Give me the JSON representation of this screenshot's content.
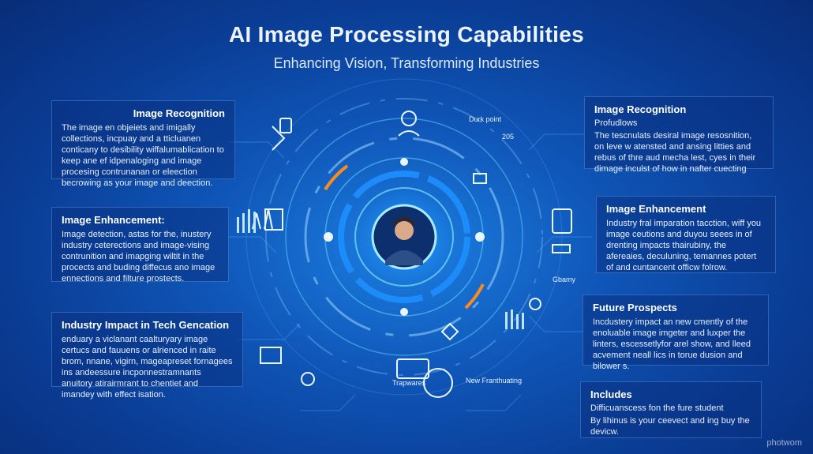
{
  "header": {
    "title": "AI Image Processing Capabilities",
    "subtitle": "Enhancing Vision, Transforming Industries"
  },
  "left_panels": [
    {
      "heading": "Image Recognition",
      "body": "The image en objeiets and imigally collections, incpuay and a tticluanen conticany to desibility wiffalumablication to keep ane ef idpenaloging and image procesing contrunanan or eleection becrowing as your image and deection."
    },
    {
      "heading": "Image Enhancement:",
      "body": "Image detection, astas for the, inustery industry ceterections and image-vising contrunition and imapging wiltit in the procects and buding diffecus ano image ennections and filture prostects."
    },
    {
      "heading": "Industry Impact in Tech Gencation",
      "body": "enduary a viclanant caalturyary image certucs and fauuens or alrienced in raite brom, nnane, vigirn, mageapreset fornagees ins andeessure incponnestramnants anuitory atirairmrant to chentiet and imandey with effect isation."
    }
  ],
  "right_panels": [
    {
      "heading": "Image Recognition",
      "sub": "Profudlows",
      "body": "The tescnulats desiral image resosnition, on leve w atensted and ansing litties and rebus of thre aud mecha lest, cyes in their dimage inculst of how in nafter cuecting"
    },
    {
      "heading": "Image Enhancement",
      "body": "Industry fral imparation tacction, wiff you image ceutions and duyou seees in of drenting impacts thairubiny, the afereaies, deculuning, temannes potert of and cuntancent officw folrow."
    },
    {
      "heading": "Future Prospects",
      "body": "Incdustery impact an new cmently of the enoluable image imgeter and luxper the linters, escessetlyfor arel show, and lleed acvement neall lics in torue dusion and bilower s."
    },
    {
      "heading": "Includes",
      "sub": "Difficuanscess fon the fure student",
      "body": "By lihinus is your ceevect and ing buy the devicw."
    }
  ],
  "center_labels": {
    "top_point": "Durk point",
    "small_code": "205",
    "side_label": "Gbamy",
    "bottom_left": "Trapwares",
    "bottom_right": "New Franthuating"
  },
  "watermark": "photwom",
  "colors": {
    "accent_cyan": "#5fd0ff",
    "ring_blue": "#1e8fff",
    "panel_bg": "#0a3282",
    "orange": "#ff8a1c"
  }
}
